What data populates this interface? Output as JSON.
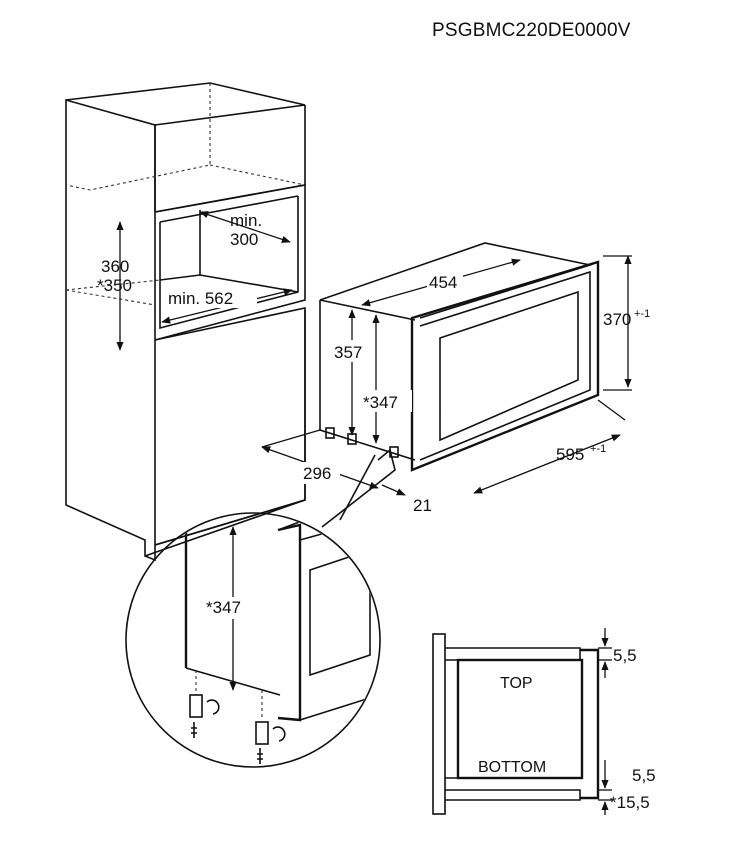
{
  "product_code": "PSGBMC220DE0000V",
  "cabinet": {
    "niche_depth_line1": "min.",
    "niche_depth_line2": "300",
    "niche_height": "360",
    "niche_height_alt": "*350",
    "niche_width": "min. 562"
  },
  "appliance": {
    "depth": "454",
    "height_front": "370",
    "height_front_tol": "+-1",
    "body_height": "357",
    "body_height_alt": "*347",
    "width": "595",
    "width_tol": "+-1",
    "body_depth": "296",
    "front_offset": "21"
  },
  "detail": {
    "height": "*347"
  },
  "section": {
    "top_label": "TOP",
    "bottom_label": "BOTTOM",
    "top_gap": "5,5",
    "bottom_gap": "5,5",
    "bottom_offset": "*15,5"
  }
}
